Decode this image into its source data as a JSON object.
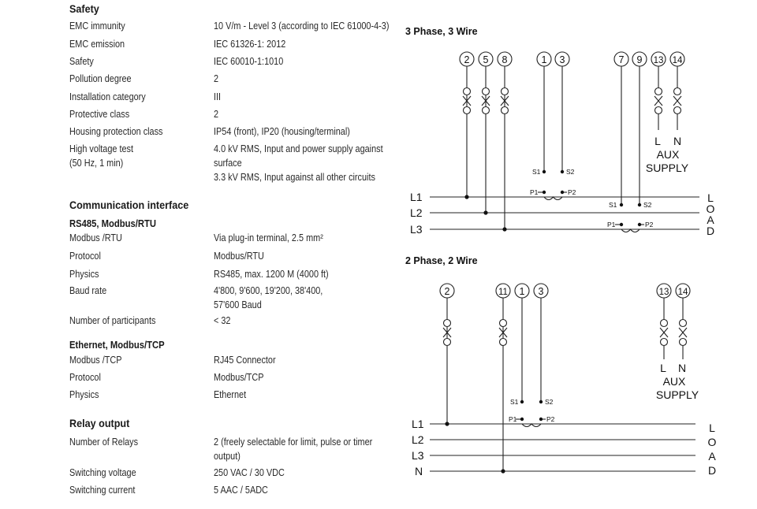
{
  "safety": {
    "title": "Safety",
    "rows": [
      {
        "label": "EMC immunity",
        "value": [
          "10 V/m - Level 3 (according to IEC 61000-4-3)"
        ]
      },
      {
        "label": "EMC emission",
        "value": [
          "IEC 61326-1: 2012"
        ]
      },
      {
        "label": "Safety",
        "value": [
          "IEC 60010-1:1010"
        ]
      },
      {
        "label": "Pollution degree",
        "value": [
          "2"
        ]
      },
      {
        "label": "Installation category",
        "value": [
          "III"
        ]
      },
      {
        "label": "Protective class",
        "value": [
          "2"
        ]
      },
      {
        "label": "Housing protection class",
        "value": [
          "IP54 (front), IP20 (housing/terminal)"
        ]
      },
      {
        "label": "High voltage test",
        "label2": "(50 Hz, 1 min)",
        "value": [
          "4.0 kV RMS, Input and power supply against",
          "surface",
          "3.3 kV RMS, Input against all other circuits"
        ]
      }
    ]
  },
  "comm": {
    "title": "Communication interface",
    "rs485": {
      "title": "RS485, Modbus/RTU",
      "rows": [
        {
          "label": "Modbus /RTU",
          "value": [
            "Via plug-in terminal, 2.5 mm²"
          ]
        },
        {
          "label": "Protocol",
          "value": [
            "Modbus/RTU"
          ]
        },
        {
          "label": "Physics",
          "value": [
            "RS485, max. 1200 M (4000 ft)"
          ]
        },
        {
          "label": "Baud rate",
          "value": [
            "4'800, 9'600, 19'200, 38'400,",
            "57'600 Baud"
          ]
        },
        {
          "label": "Number of participants",
          "value": [
            "< 32"
          ]
        }
      ]
    },
    "ethernet": {
      "title": "Ethernet, Modbus/TCP",
      "rows": [
        {
          "label": "Modbus /TCP",
          "value": [
            "RJ45 Connector"
          ]
        },
        {
          "label": "Protocol",
          "value": [
            "Modbus/TCP"
          ]
        },
        {
          "label": "Physics",
          "value": [
            "Ethernet"
          ]
        }
      ]
    }
  },
  "relay": {
    "title": "Relay output",
    "rows": [
      {
        "label": "Number of Relays",
        "value": [
          "2 (freely selectable for limit, pulse or timer",
          "output)"
        ]
      },
      {
        "label": "Switching voltage",
        "value": [
          "250 VAC / 30 VDC"
        ]
      },
      {
        "label": "Switching current",
        "value": [
          "5 AAC / 5ADC"
        ]
      }
    ]
  },
  "diagram1": {
    "title": "3 Phase, 3 Wire",
    "terminals": [
      "2",
      "5",
      "8",
      "1",
      "3",
      "7",
      "9",
      "13",
      "14"
    ],
    "lines": [
      "L1",
      "L2",
      "L3"
    ],
    "ct_labels": [
      "S1",
      "S2",
      "P1",
      "P2"
    ],
    "aux": [
      "L",
      "N",
      "AUX",
      "SUPPLY"
    ],
    "load": [
      "L",
      "O",
      "A",
      "D"
    ]
  },
  "diagram2": {
    "title": "2 Phase, 2 Wire",
    "terminals": [
      "2",
      "11",
      "1",
      "3",
      "13",
      "14"
    ],
    "lines": [
      "L1",
      "L2",
      "L3",
      "N"
    ],
    "ct_labels": [
      "S1",
      "S2",
      "P1",
      "P2"
    ],
    "aux": [
      "L",
      "N",
      "AUX",
      "SUPPLY"
    ],
    "load": [
      "L",
      "O",
      "A",
      "D"
    ]
  }
}
